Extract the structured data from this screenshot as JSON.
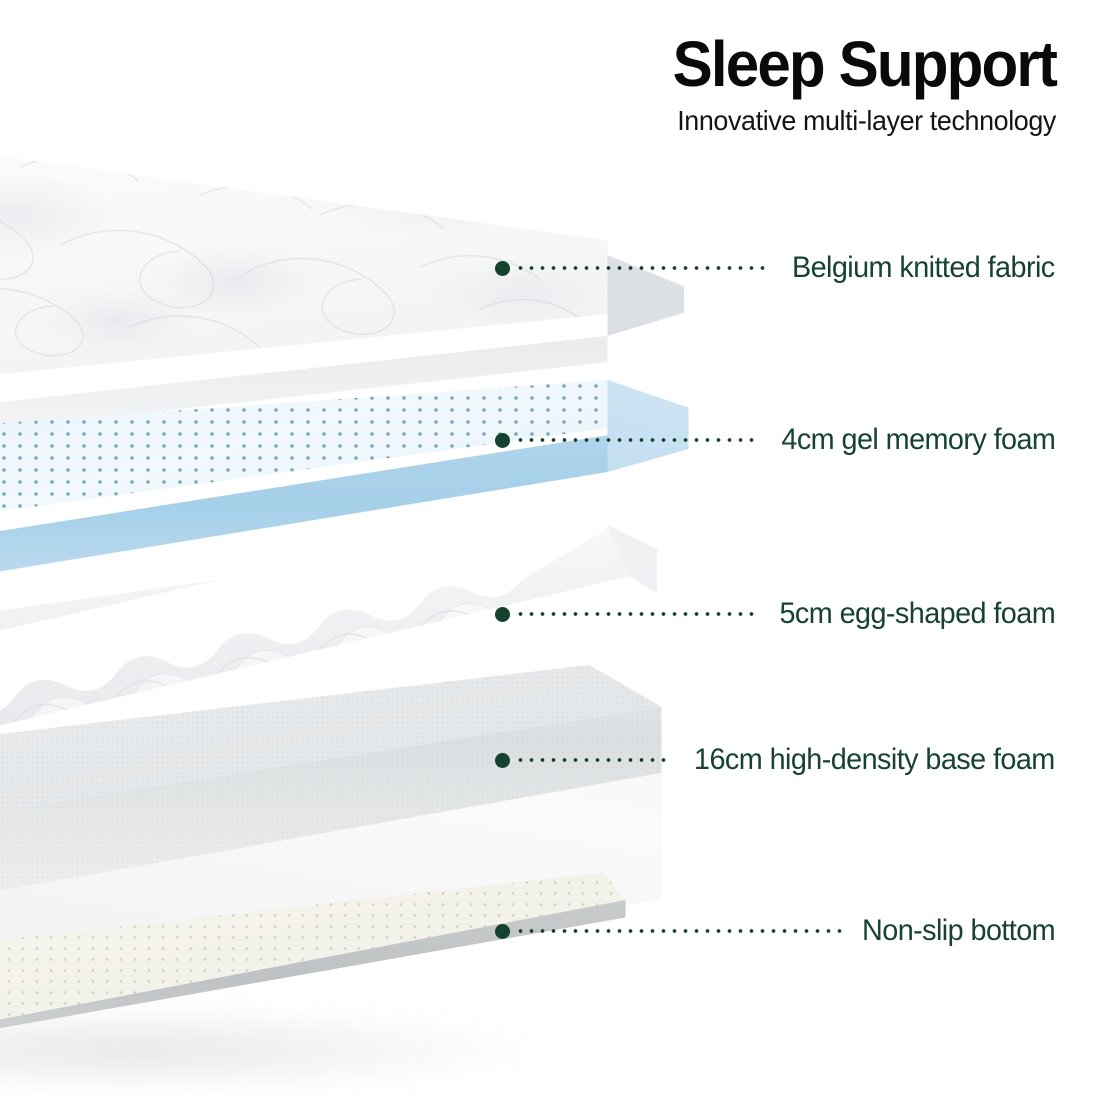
{
  "header": {
    "title": "Sleep Support",
    "subtitle": "Innovative multi-layer technology"
  },
  "colors": {
    "label_green": "#16422f",
    "title_black": "#0a0a0a",
    "gel_blue": "#a6cfe9",
    "gel_top": "#e6f2f9",
    "background": "#ffffff",
    "base_foam": "#e3e6e8",
    "non_slip_cream": "#f3f2ea"
  },
  "callouts": [
    {
      "id": "fabric",
      "label": "Belgium knitted fabric",
      "marker": "dot-marker",
      "leader": "dotted-leader-line"
    },
    {
      "id": "gel",
      "label": "4cm gel memory foam",
      "marker": "dot-marker",
      "leader": "dotted-leader-line"
    },
    {
      "id": "egg",
      "label": "5cm egg-shaped foam",
      "marker": "dot-marker",
      "leader": "dotted-leader-line"
    },
    {
      "id": "base",
      "label": "16cm high-density base foam",
      "marker": "dot-marker",
      "leader": "dotted-leader-line"
    },
    {
      "id": "bottom",
      "label": "Non-slip bottom",
      "marker": "dot-marker",
      "leader": "dotted-leader-line"
    }
  ],
  "layers": [
    {
      "id": "fabric",
      "name": "Belgium knitted fabric",
      "visual": "white quilted swirl-pattern cover"
    },
    {
      "id": "gel",
      "name": "4cm gel memory foam",
      "visual": "light blue perforated gel slab"
    },
    {
      "id": "egg",
      "name": "5cm egg-shaped foam",
      "visual": "white egg-crate convoluted foam"
    },
    {
      "id": "base",
      "name": "16cm high-density base foam",
      "visual": "thick grey-white dense foam block"
    },
    {
      "id": "bottom",
      "name": "Non-slip bottom",
      "visual": "cream dotted non-slip sheet"
    }
  ]
}
